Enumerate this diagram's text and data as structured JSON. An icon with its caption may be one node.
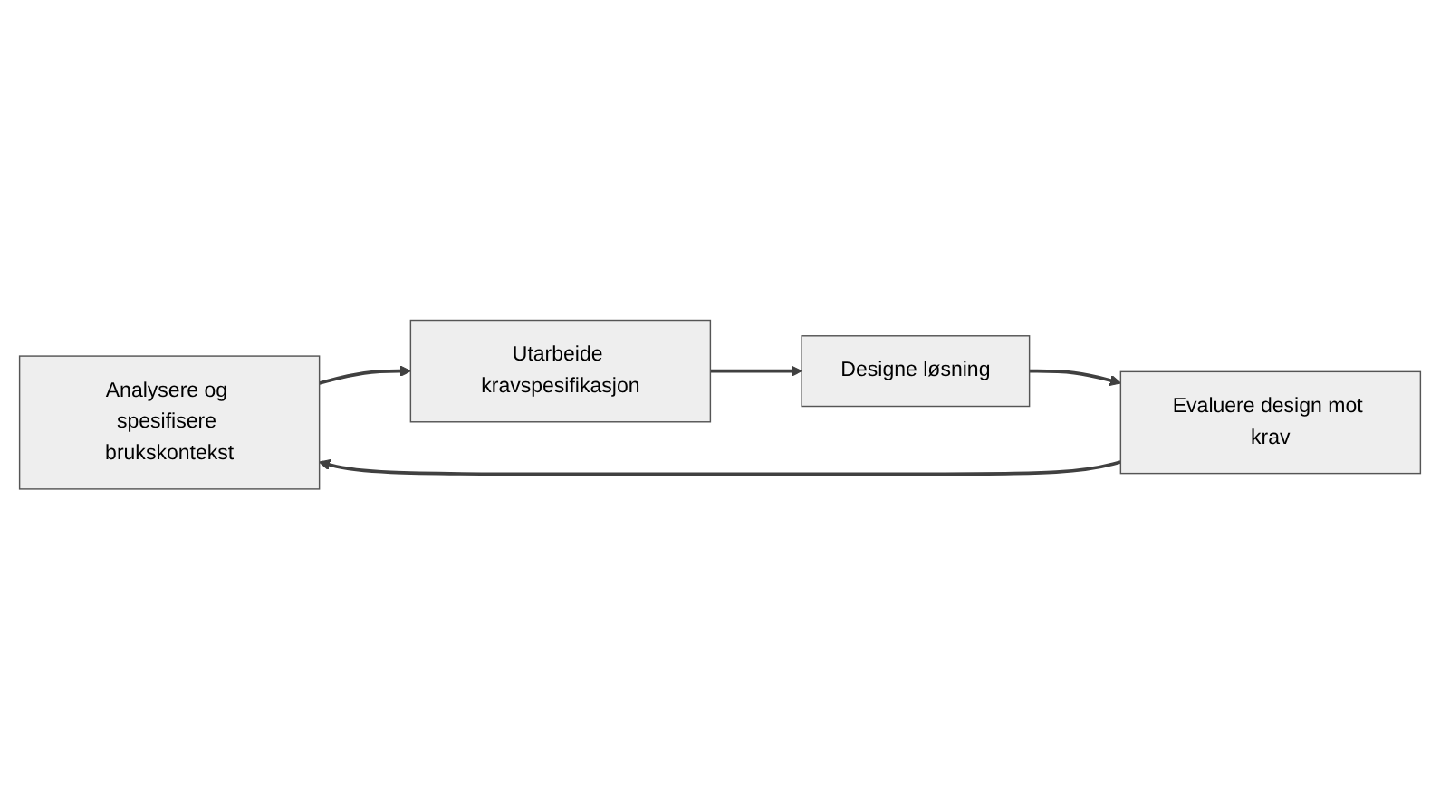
{
  "diagram": {
    "nodes": [
      {
        "text": [
          "Analysere og spesifisere brukskontekst"
        ]
      },
      {
        "text": [
          "Utarbeide kravspesifikasjon"
        ]
      },
      {
        "text": [
          "Designe løsning"
        ]
      },
      {
        "text": [
          "Evaluere design mot krav"
        ]
      }
    ],
    "edges": [
      {
        "from": 0,
        "to": 1,
        "arrow": "to"
      },
      {
        "from": 1,
        "to": 2,
        "arrow": "to"
      },
      {
        "from": 2,
        "to": 3,
        "arrow": "to"
      },
      {
        "from": 3,
        "to": 0,
        "arrow": "to"
      }
    ]
  }
}
